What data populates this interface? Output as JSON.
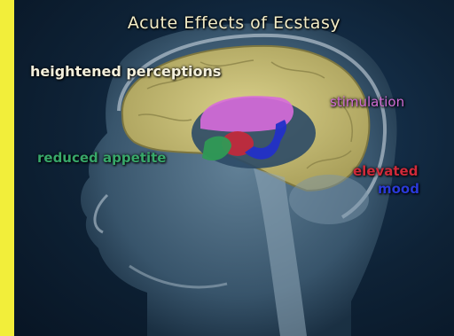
{
  "title": "Acute Effects of Ecstasy",
  "labels": {
    "perceptions": "heightened perceptions",
    "stimulation": "stimulation",
    "appetite": "reduced appetite",
    "elevated": "elevated",
    "mood": "mood"
  },
  "colors": {
    "background_border": "#f2ee3a",
    "cortex": "#cfc67a",
    "stimulation_region": "#d76cdc",
    "appetite_region": "#2f9a55",
    "elevated_region": "#c8283a",
    "mood_region": "#2230c8"
  }
}
